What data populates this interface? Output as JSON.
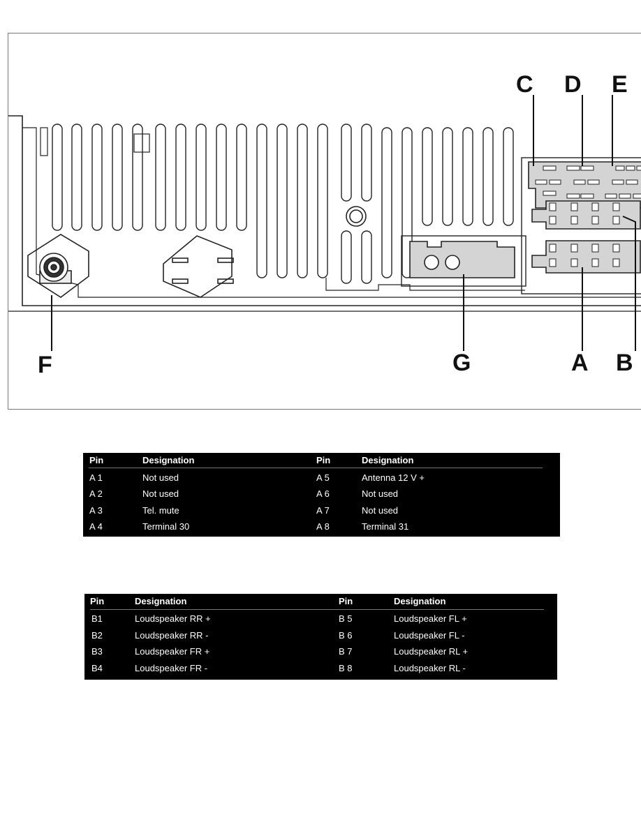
{
  "diagram": {
    "callouts": [
      "C",
      "D",
      "E",
      "F",
      "G",
      "A",
      "B"
    ]
  },
  "table_a": {
    "headers": [
      "Pin",
      "Designation",
      "Pin",
      "Designation"
    ],
    "rows": [
      [
        "A 1",
        "Not used",
        "A 5",
        "Antenna 12 V +"
      ],
      [
        "A 2",
        "Not used",
        "A 6",
        "Not used"
      ],
      [
        "A 3",
        "Tel. mute",
        "A 7",
        "Not used"
      ],
      [
        "A 4",
        "Terminal 30",
        "A 8",
        "Terminal 31"
      ]
    ]
  },
  "table_b": {
    "headers": [
      "Pin",
      "Designation",
      "Pin",
      "Designation"
    ],
    "rows": [
      [
        "B1",
        "Loudspeaker RR +",
        "B 5",
        "Loudspeaker FL +"
      ],
      [
        "B2",
        "Loudspeaker RR -",
        "B 6",
        "Loudspeaker FL -"
      ],
      [
        "B3",
        "Loudspeaker FR +",
        "B 7",
        "Loudspeaker RL +"
      ],
      [
        "B4",
        "Loudspeaker FR -",
        "B 8",
        "Loudspeaker RL -"
      ]
    ]
  }
}
